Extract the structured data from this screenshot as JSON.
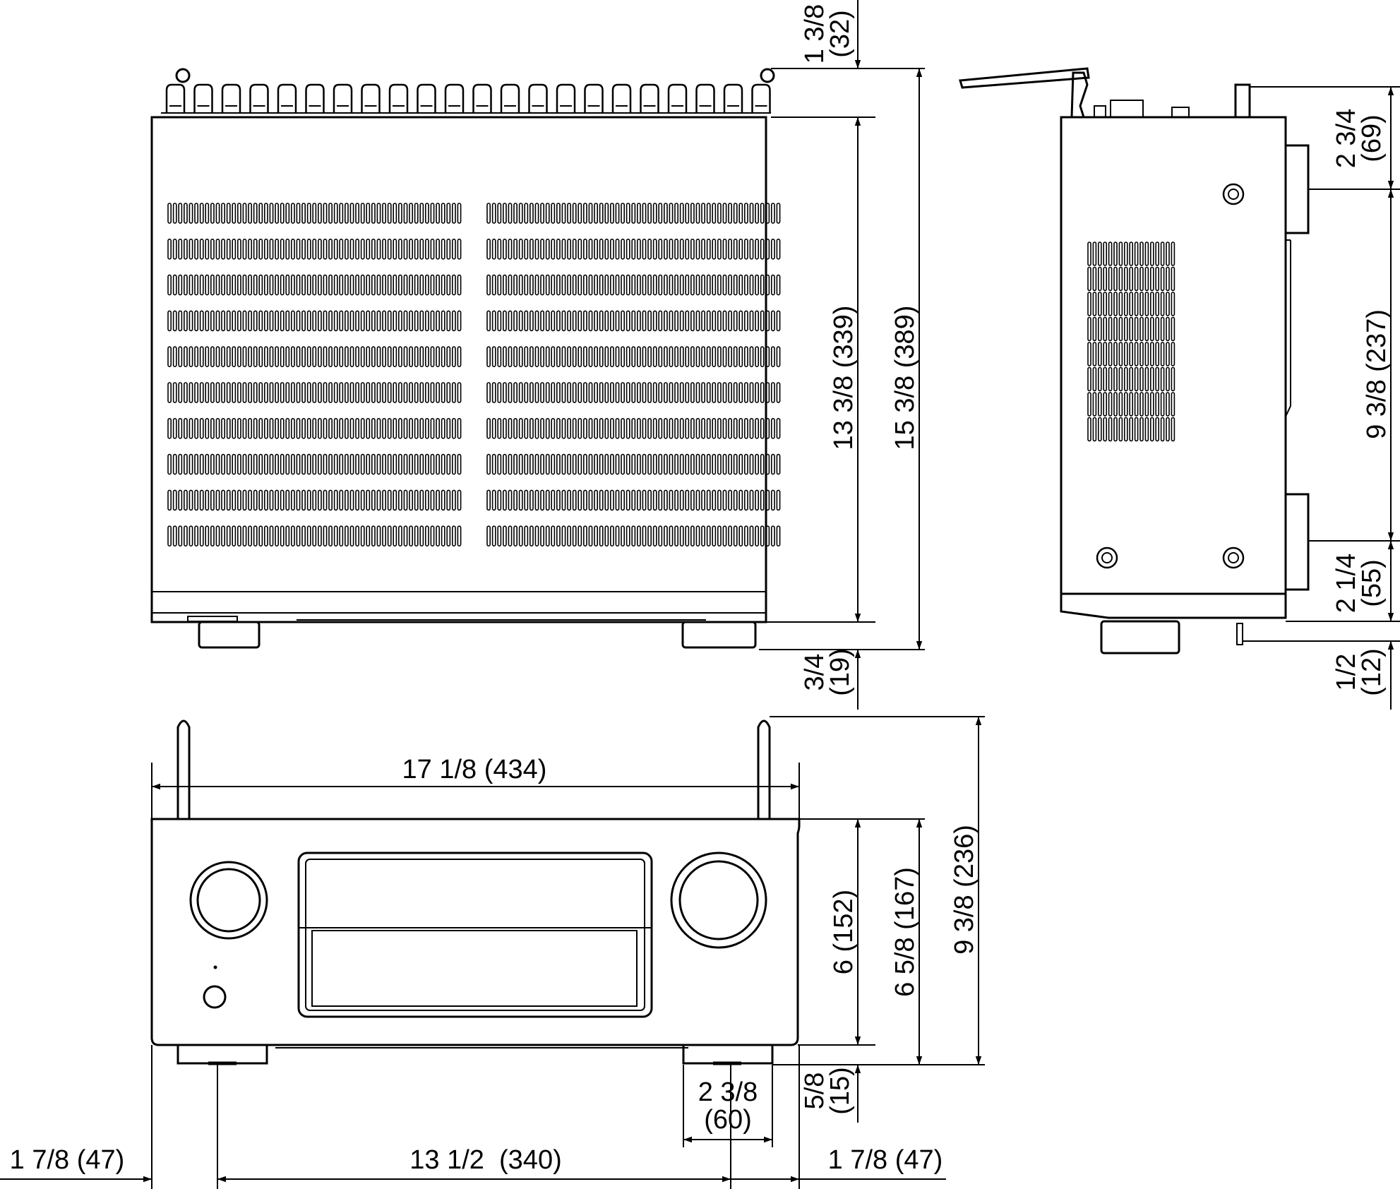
{
  "dimensions": {
    "top_view": {
      "top_clearance": [
        "1 3/8",
        "(32)"
      ],
      "body_depth": "13 3/8 (339)",
      "overall_depth": "15 3/8 (389)",
      "front_protrusion": [
        "3/4",
        "(19)"
      ]
    },
    "side_view": {
      "top_antenna_height": [
        "2 3/4",
        "(69)"
      ],
      "foot_spacing": "9 3/8 (237)",
      "bottom_offset": [
        "2 1/4",
        "(55)"
      ],
      "foot_height": [
        "1/2",
        "(12)"
      ]
    },
    "front_view": {
      "width": "17 1/8 (434)",
      "body_height": "6 (152)",
      "height_with_feet": "6 5/8 (167)",
      "height_with_antenna": "9 3/8 (236)",
      "foot_width": [
        "2 3/8",
        "(60)"
      ],
      "foot_clearance": [
        "5/8",
        "(15)"
      ],
      "left_offset": "1 7/8 (47)",
      "foot_center_spacing": "13 1/2  (340)",
      "right_offset": "1 7/8 (47)"
    }
  },
  "colors": {
    "line": "#000000",
    "background": "#ffffff"
  }
}
